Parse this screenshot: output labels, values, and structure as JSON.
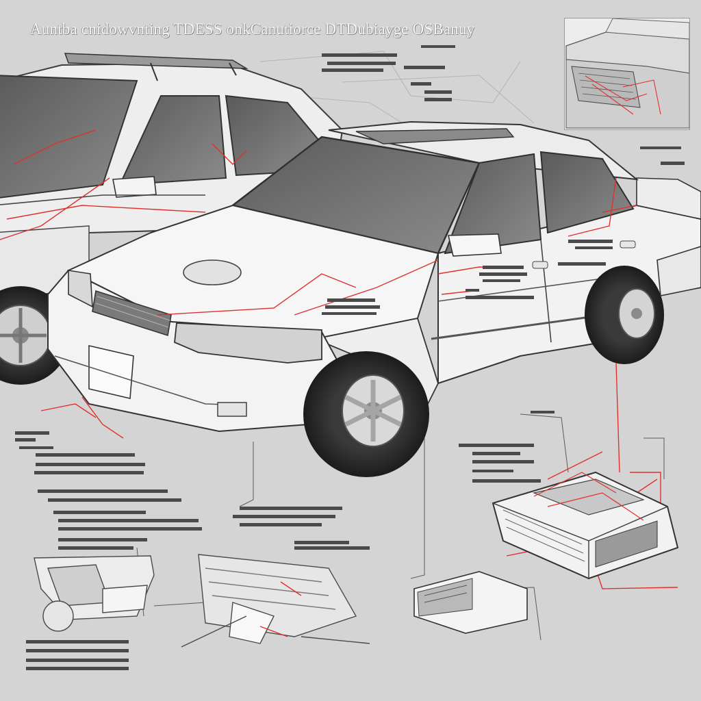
{
  "diagram": {
    "title": "Auntba cnidowvnting TDESS onkCanutiorce DTDubiayge OSBanuy",
    "colors": {
      "background": "#d4d4d4",
      "car_body": "#f4f4f4",
      "outline": "#3a3a3a",
      "glass": "#6e6e6e",
      "leader_red": "#e0302e",
      "label_gray": "#4a4a4a"
    },
    "icons": [
      "sedan-car-illustration",
      "engine-module-inset",
      "ecu-box-drawing",
      "undercarriage-sketch"
    ]
  }
}
